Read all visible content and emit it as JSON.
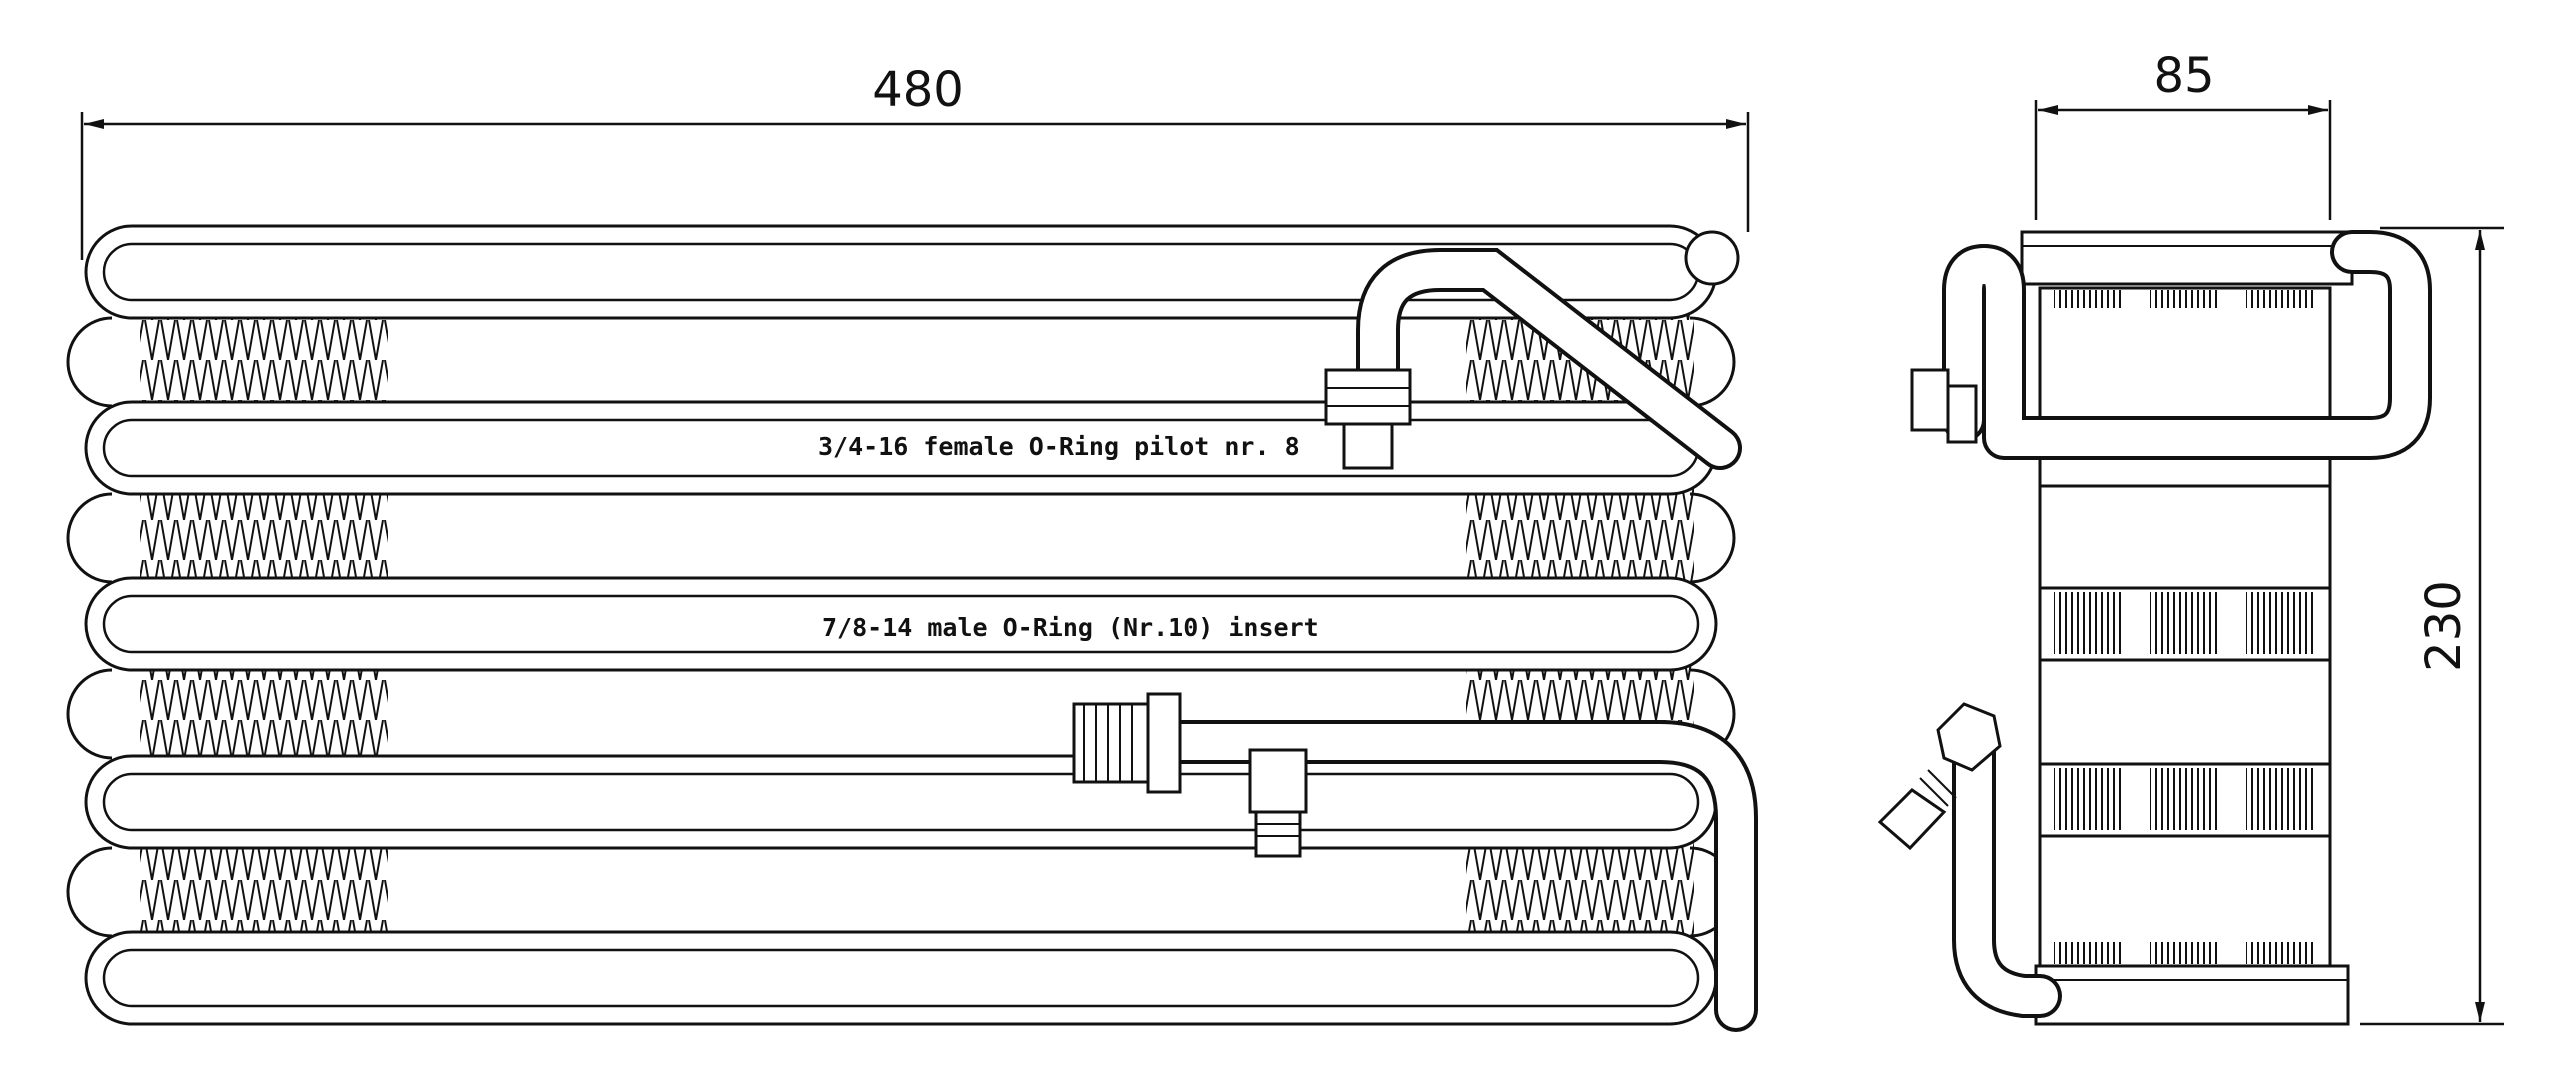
{
  "dimensions": {
    "width_front": "480",
    "depth_side": "85",
    "height_side": "230"
  },
  "notes": {
    "outlet_fitting": "3/4-16 female O-Ring pilot nr. 8",
    "inlet_fitting": "7/8-14 male O-Ring (Nr.10) insert"
  }
}
